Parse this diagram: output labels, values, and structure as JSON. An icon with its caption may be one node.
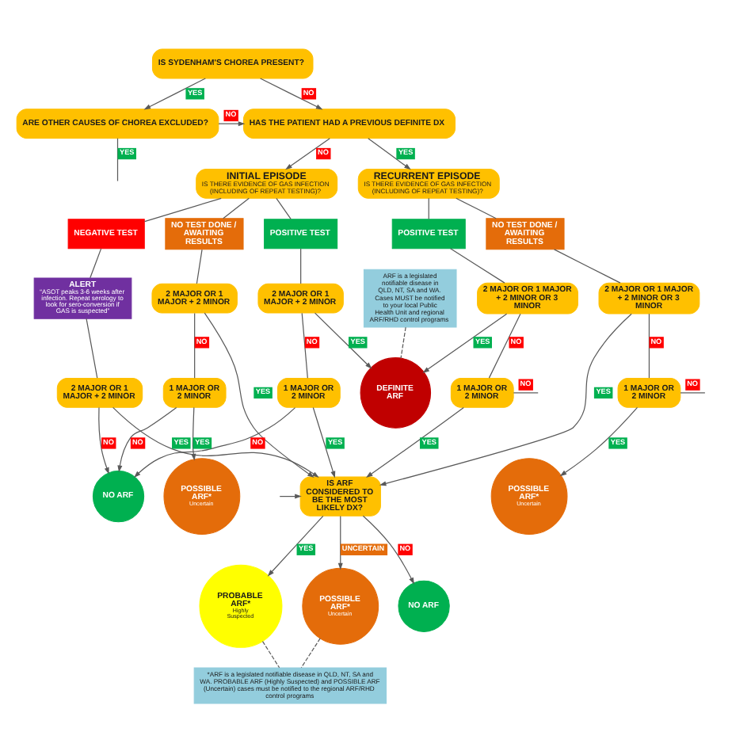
{
  "diagram": {
    "nodes": [
      {
        "text": [
          "IS SYDENHAM'S CHOREA PRESENT?"
        ]
      },
      {
        "text": [
          "ARE OTHER CAUSES OF CHOREA EXCLUDED?"
        ]
      },
      {
        "text": [
          "HAS THE PATIENT HAD A PREVIOUS DEFINITE DX"
        ]
      },
      {
        "text": [
          "INITIAL EPISODE",
          "IS THERE EVIDENCE OF GAS INFECTION (INCLUDING OF REPEAT TESTING)?"
        ]
      },
      {
        "text": [
          "RECURRENT EPISODE",
          "IS THERE EVIDENCE OF GAS INFECTION (INCLUDING OF REPEAT TESTING)?"
        ]
      },
      {
        "text": [
          "NEGATIVE TEST"
        ]
      },
      {
        "text": [
          "NO TEST DONE / AWAITING RESULTS"
        ]
      },
      {
        "text": [
          "POSITIVE TEST"
        ]
      },
      {
        "text": [
          "ARF is a legislated notifiable disease in QLD, NT, SA and WA. Cases MUST be notified to your local Public Health Unit and regional ARF/RHD control programs"
        ]
      },
      {
        "text": [
          "POSITIVE TEST"
        ]
      },
      {
        "text": [
          "NO TEST DONE / AWAITING RESULTS"
        ]
      },
      {
        "text": [
          "ALERT",
          "“ASOT peaks 3-6 weeks after infection. Repeat serology to look for sero-conversion if GAS is suspected”"
        ]
      },
      {
        "text": [
          "2 MAJOR OR 1 MAJOR + 2 MINOR"
        ]
      },
      {
        "text": [
          "2 MAJOR OR 1 MAJOR + 2 MINOR"
        ]
      },
      {
        "text": [
          "2 MAJOR OR 1 MAJOR + 2 MINOR OR 3 MINOR"
        ]
      },
      {
        "text": [
          "2 MAJOR OR 1 MAJOR + 2 MINOR OR 3 MINOR"
        ]
      },
      {
        "text": [
          "DEFINITE ARF"
        ]
      },
      {
        "text": [
          "2 MAJOR OR 1 MAJOR + 2 MINOR"
        ]
      },
      {
        "text": [
          "1 MAJOR OR 2 MINOR"
        ]
      },
      {
        "text": [
          "1 MAJOR OR 2 MINOR"
        ]
      },
      {
        "text": [
          "1 MAJOR OR 2 MINOR"
        ]
      },
      {
        "text": [
          "1 MAJOR OR 2 MINOR"
        ]
      },
      {
        "text": [
          "IS ARF CONSIDERED TO BE THE MOST LIKELY DX?"
        ]
      },
      {
        "text": [
          "NO ARF"
        ]
      },
      {
        "text": [
          "POSSIBLE ARF*",
          "Uncertain"
        ]
      },
      {
        "text": [
          "POSSIBLE ARF*",
          "Uncertain"
        ]
      },
      {
        "text": [
          "PROBABLE ARF*",
          "Highly Suspected"
        ]
      },
      {
        "text": [
          "POSSIBLE ARF*",
          "Uncertain"
        ]
      },
      {
        "text": [
          "NO ARF"
        ]
      },
      {
        "text": [
          "*ARF is a legislated notifiable disease in QLD, NT, SA and WA. PROBABLE ARF (Highly Suspected) and POSSIBLE ARF (Uncertain) cases must be notified to the regional ARF/RHD control programs"
        ]
      }
    ],
    "edges": [
      {
        "from": 0,
        "to": 1,
        "arrow": "to",
        "label": "YES"
      },
      {
        "from": 0,
        "to": 2,
        "arrow": "to",
        "label": "NO"
      },
      {
        "from": 1,
        "to": null,
        "arrow": "none",
        "label": "YES"
      },
      {
        "from": 1,
        "to": 2,
        "arrow": "to",
        "label": "NO"
      },
      {
        "from": 2,
        "to": 3,
        "arrow": "to",
        "label": "NO"
      },
      {
        "from": 2,
        "to": 4,
        "arrow": "to",
        "label": "YES"
      },
      {
        "from": 3,
        "to": 5,
        "arrow": "none"
      },
      {
        "from": 3,
        "to": 6,
        "arrow": "none"
      },
      {
        "from": 3,
        "to": 7,
        "arrow": "none"
      },
      {
        "from": 4,
        "to": 9,
        "arrow": "none"
      },
      {
        "from": 4,
        "to": 10,
        "arrow": "none"
      },
      {
        "from": 8,
        "to": 16,
        "arrow": "none",
        "style": "dashed"
      },
      {
        "from": 5,
        "to": 11,
        "arrow": "none"
      },
      {
        "from": 6,
        "to": 12,
        "arrow": "none"
      },
      {
        "from": 7,
        "to": 13,
        "arrow": "none"
      },
      {
        "from": 9,
        "to": 14,
        "arrow": "none"
      },
      {
        "from": 10,
        "to": 15,
        "arrow": "none"
      },
      {
        "from": 13,
        "to": 16,
        "arrow": "to",
        "label": "YES"
      },
      {
        "from": 14,
        "to": 16,
        "arrow": "to",
        "label": "YES"
      },
      {
        "from": 11,
        "to": 17,
        "arrow": "none"
      },
      {
        "from": 12,
        "to": 20,
        "arrow": "none",
        "label": "NO"
      },
      {
        "from": 12,
        "to": 22,
        "arrow": "to",
        "label": "YES"
      },
      {
        "from": 13,
        "to": 18,
        "arrow": "none",
        "label": "NO"
      },
      {
        "from": 14,
        "to": 19,
        "arrow": "none",
        "label": "NO"
      },
      {
        "from": 15,
        "to": 22,
        "arrow": "to",
        "label": "YES"
      },
      {
        "from": 15,
        "to": 21,
        "arrow": "none",
        "label": "NO"
      },
      {
        "from": 17,
        "to": 22,
        "arrow": "to",
        "label": "YES"
      },
      {
        "from": 17,
        "to": 23,
        "arrow": "to",
        "label": "NO"
      },
      {
        "from": 18,
        "to": 22,
        "arrow": "to",
        "label": "YES"
      },
      {
        "from": 18,
        "to": 23,
        "arrow": "to",
        "label": "NO"
      },
      {
        "from": 19,
        "to": 22,
        "arrow": "to",
        "label": "YES"
      },
      {
        "from": 19,
        "to": null,
        "arrow": "none",
        "label": "NO"
      },
      {
        "from": null,
        "to": 22,
        "arrow": "to"
      },
      {
        "from": 20,
        "to": 23,
        "arrow": "to",
        "label": "NO"
      },
      {
        "from": 20,
        "to": 24,
        "arrow": "to",
        "label": "YES"
      },
      {
        "from": 21,
        "to": 25,
        "arrow": "to",
        "label": "YES"
      },
      {
        "from": 21,
        "to": null,
        "arrow": "none",
        "label": "NO"
      },
      {
        "from": 22,
        "to": 26,
        "arrow": "to",
        "label": "YES"
      },
      {
        "from": 22,
        "to": 27,
        "arrow": "to",
        "label": "UNCERTAIN"
      },
      {
        "from": 22,
        "to": 28,
        "arrow": "to",
        "label": "NO"
      },
      {
        "from": 26,
        "to": 29,
        "arrow": "none",
        "style": "dashed"
      },
      {
        "from": 27,
        "to": 29,
        "arrow": "none",
        "style": "dashed"
      }
    ]
  }
}
